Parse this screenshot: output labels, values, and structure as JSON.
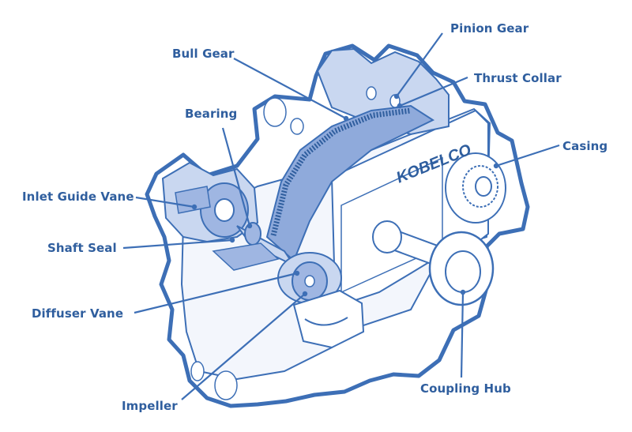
{
  "brand": "KOBELCO",
  "colors": {
    "outline": "#3d6fb6",
    "fill_light": "#eef3fb",
    "fill_mid": "#c9d7f0",
    "fill_dark": "#9fb6e2",
    "label": "#2f5e9e"
  },
  "labels": {
    "pinion_gear": "Pinion Gear",
    "bull_gear": "Bull Gear",
    "thrust_collar": "Thrust Collar",
    "bearing": "Bearing",
    "casing": "Casing",
    "inlet_guide_vane": "Inlet Guide Vane",
    "shaft_seal": "Shaft Seal",
    "diffuser_vane": "Diffuser Vane",
    "impeller": "Impeller",
    "coupling_hub": "Coupling Hub"
  }
}
